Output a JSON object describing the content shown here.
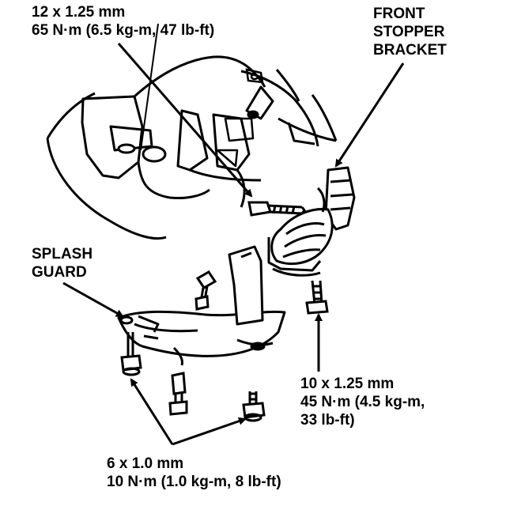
{
  "callouts": {
    "top_bolt": {
      "size": "12 x 1.25 mm",
      "torque": "65 N·m (6.5 kg-m, 47 lb-ft)"
    },
    "front_stopper_bracket": {
      "line1": "FRONT",
      "line2": "STOPPER",
      "line3": "BRACKET"
    },
    "splash_guard": {
      "line1": "SPLASH",
      "line2": "GUARD"
    },
    "right_bolt": {
      "size": "10 x 1.25 mm",
      "torque_line1": "45 N·m (4.5 kg-m,",
      "torque_line2": "33 lb-ft)"
    },
    "bottom_bolts": {
      "size": "6 x 1.0 mm",
      "torque": "10 N·m (1.0 kg-m, 8 lb-ft)"
    }
  },
  "colors": {
    "ink": "#000000",
    "paper": "#ffffff"
  }
}
